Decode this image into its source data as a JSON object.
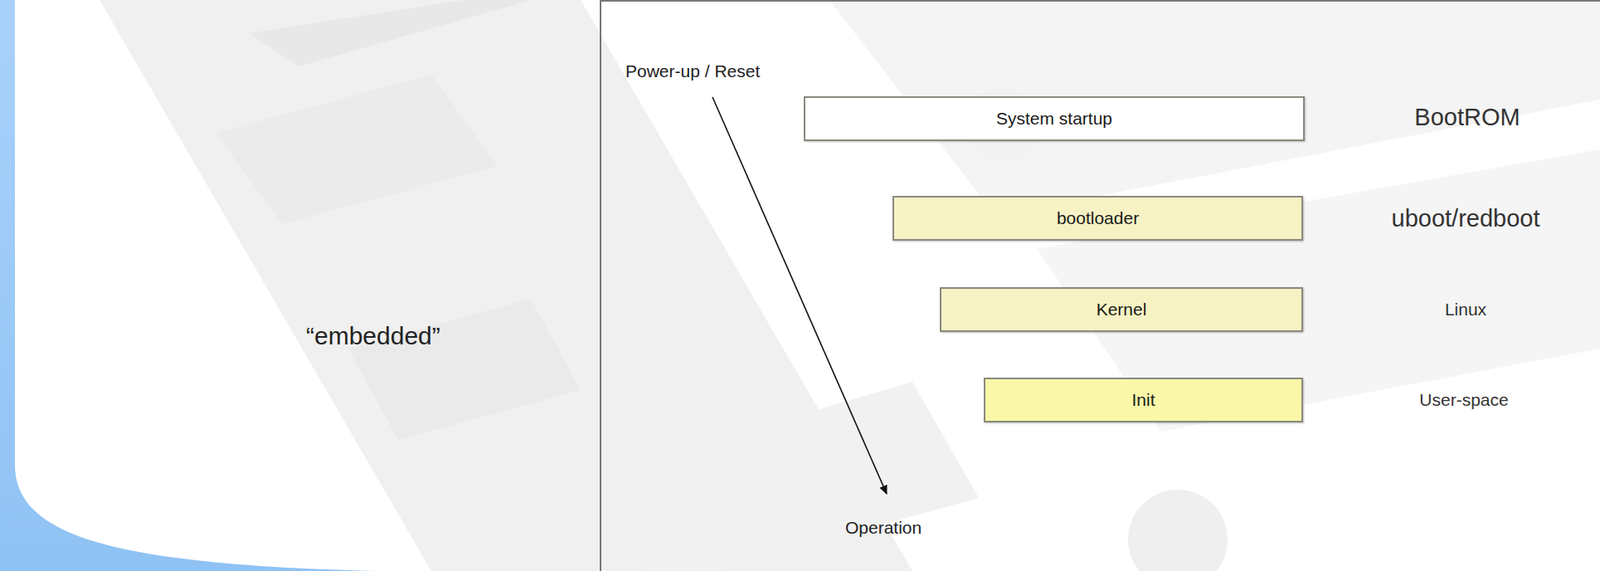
{
  "diagram": {
    "nodes": [
      {
        "text": [
          "System startup"
        ]
      },
      {
        "text": [
          "bootloader"
        ]
      },
      {
        "text": [
          "Kernel"
        ]
      },
      {
        "text": [
          "Init"
        ]
      }
    ],
    "labels": [
      "“embedded”",
      "Power-up / Reset",
      "Operation",
      "BootROM",
      "uboot/redboot",
      "Linux",
      "User-space"
    ]
  }
}
